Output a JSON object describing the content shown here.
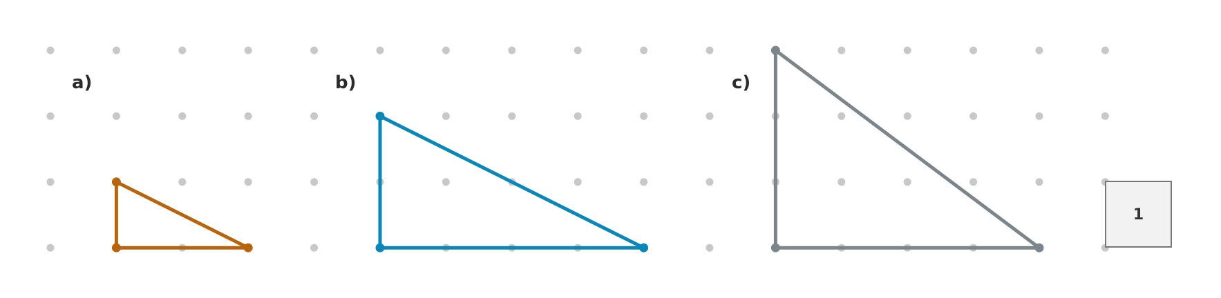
{
  "colors": {
    "grid_dot": "#c8c8c8",
    "triangle_a": "#b8640c",
    "triangle_b": "#0a87b8",
    "triangle_c": "#7c858b",
    "unit_fill": "#f2f2f2",
    "unit_stroke": "#777777"
  },
  "panels": [
    {
      "id": "a",
      "label": "a)"
    },
    {
      "id": "b",
      "label": "b)"
    },
    {
      "id": "c",
      "label": "c)"
    }
  ],
  "unit_square": {
    "label": "1"
  },
  "triangles": [
    {
      "id": "a",
      "legs": {
        "vertical": 1,
        "horizontal": 2
      }
    },
    {
      "id": "b",
      "legs": {
        "vertical": 2,
        "horizontal": 4
      }
    },
    {
      "id": "c",
      "legs": {
        "vertical": 3,
        "horizontal": 4
      }
    }
  ]
}
